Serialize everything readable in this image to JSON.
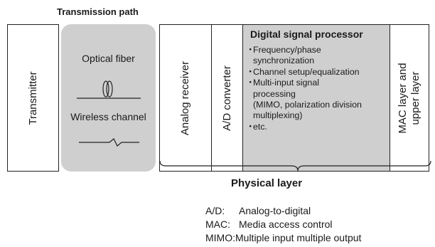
{
  "transmission_path": {
    "title": "Transmission path",
    "optical": "Optical fiber",
    "wireless": "Wireless channel"
  },
  "blocks": {
    "transmitter": "Transmitter",
    "analog_receiver": "Analog receiver",
    "ad_converter": "A/D converter",
    "mac_line1": "MAC layer and",
    "mac_line2": "upper layer"
  },
  "dsp": {
    "title": "Digital signal processor",
    "items": [
      "Frequency/phase synchronization",
      "Channel setup/equalization",
      "Multi-input signal processing (MIMO, polarization division multiplexing)",
      "etc."
    ],
    "lines": [
      [
        "Frequency/phase",
        "synchronization"
      ],
      [
        "Channel setup/equalization"
      ],
      [
        "Multi-input signal",
        "processing",
        "(MIMO, polarization division",
        "multiplexing)"
      ],
      [
        "etc."
      ]
    ],
    "bullet": "・"
  },
  "physical_layer": "Physical layer",
  "legend": [
    {
      "abbr": "A/D:",
      "meaning": "Analog-to-digital"
    },
    {
      "abbr": "MAC:",
      "meaning": "Media access control"
    },
    {
      "abbr": "MIMO:",
      "meaning": "Multiple input multiple output"
    }
  ]
}
